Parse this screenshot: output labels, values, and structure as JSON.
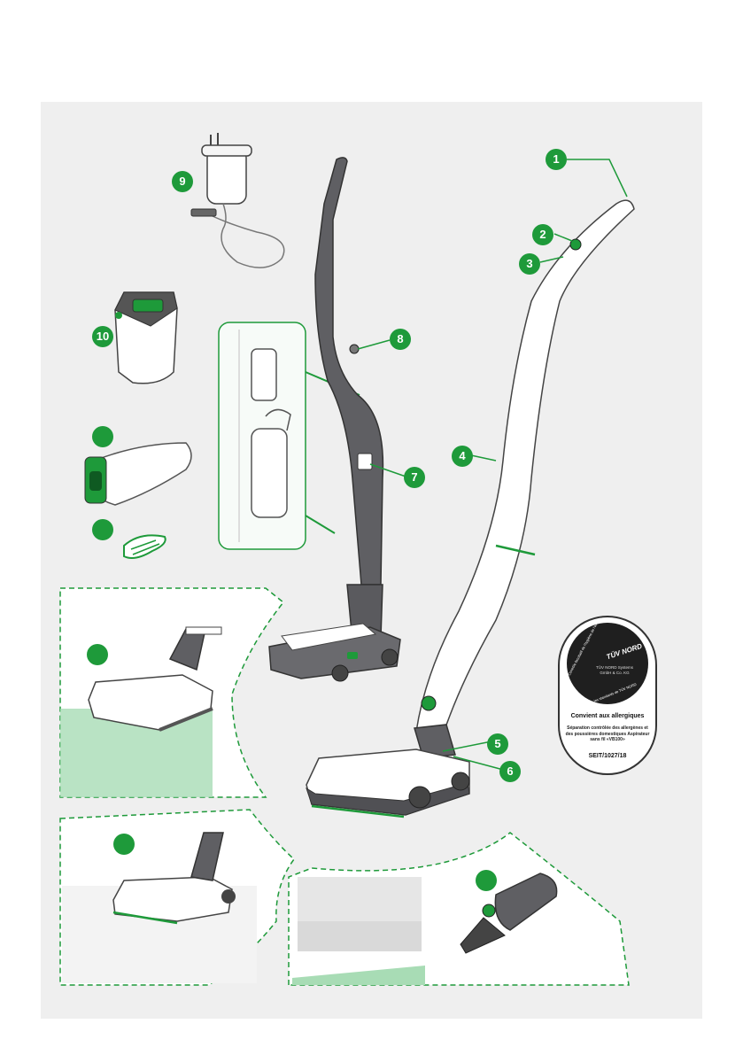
{
  "callouts": [
    "1",
    "2",
    "3",
    "4",
    "5",
    "6",
    "7",
    "8",
    "9",
    "10"
  ],
  "colors": {
    "accent_green": "#1e9a3a",
    "light_green": "#a8dcb5",
    "dark_grey": "#555555",
    "panel_grey": "#efefef",
    "device_white": "#ffffff"
  },
  "tuv_seal": {
    "brand": "TÜV NORD",
    "company": "TÜV NORD Systems GmbH & Co. KG",
    "arc_text_top": "Contrôle facultatif de l'hygiène de l'air sortant",
    "arc_text_bottom": "selon les standards de TÜV NORD",
    "title": "Convient aux allergiques",
    "body": "Séparation contrôlée des allergènes et des poussières domestiques Aspirateur sans fil «VB100»",
    "code": "SEIT/1027/18"
  },
  "icons": {
    "accessory_bag": "bag-icon",
    "accessory_pad": "pad-icon"
  }
}
